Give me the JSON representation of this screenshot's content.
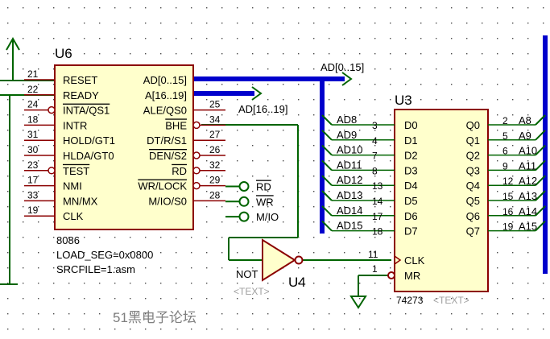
{
  "colors": {
    "background": "#ffffff",
    "grid_dot": "#4a4a4a",
    "wire": "#006400",
    "component_outline": "#8b0000",
    "component_fill": "#ffffcc",
    "bus": "#0000cc",
    "pin_circle": "#8b0000",
    "label_text": "#000000",
    "placeholder_text": "#a0a0a0",
    "watermark": "#7f7f7f"
  },
  "u6": {
    "ref": "U6",
    "part": "8086",
    "props": [
      "LOAD_SEG=0x0800",
      "SRCFILE=1.asm"
    ],
    "left_pins": [
      {
        "num": "21",
        "name": "RESET",
        "bar": false,
        "circle": false
      },
      {
        "num": "22",
        "name": "READY",
        "bar": false,
        "circle": false
      },
      {
        "num": "24",
        "name": "INTA/QS1",
        "bar": true,
        "circle": true
      },
      {
        "num": "18",
        "name": "INTR",
        "bar": false,
        "circle": false
      },
      {
        "num": "31",
        "name": "HOLD/GT1",
        "bar": false,
        "circle": false
      },
      {
        "num": "30",
        "name": "HLDA/GT0",
        "bar": false,
        "circle": false
      },
      {
        "num": "23",
        "name": "TEST",
        "bar": true,
        "circle": true
      },
      {
        "num": "17",
        "name": "NMI",
        "bar": false,
        "circle": false
      },
      {
        "num": "33",
        "name": "MN/MX",
        "bar": false,
        "circle": false
      },
      {
        "num": "19",
        "name": "CLK",
        "bar": false,
        "circle": false
      }
    ],
    "right_pins": [
      {
        "num": "",
        "name": "AD[0..15]",
        "bar": false,
        "circle": false
      },
      {
        "num": "",
        "name": "A[16..19]",
        "bar": false,
        "circle": false
      },
      {
        "num": "25",
        "name": "ALE/QS0",
        "bar": false,
        "circle": false
      },
      {
        "num": "34",
        "name": "BHE",
        "bar": true,
        "circle": true
      },
      {
        "num": "27",
        "name": "DT/R/S1",
        "bar": false,
        "circle": false
      },
      {
        "num": "26",
        "name": "DEN/S2",
        "bar": true,
        "circle": true
      },
      {
        "num": "32",
        "name": "RD",
        "bar": true,
        "circle": true
      },
      {
        "num": "29",
        "name": "WR/LOCK",
        "bar": true,
        "circle": true
      },
      {
        "num": "28",
        "name": "M/IO/S0",
        "bar": false,
        "circle": false
      }
    ]
  },
  "terminals": [
    {
      "label": "RD",
      "bar": true
    },
    {
      "label": "WR",
      "bar": true
    },
    {
      "label": "M/IO",
      "bar": false
    }
  ],
  "bus_labels": {
    "ad": "AD[0..15]",
    "a": "AD[16..19]"
  },
  "u3": {
    "ref": "U3",
    "part": "74273",
    "text_placeholder": "<TEXT>",
    "inputs": [
      {
        "net": "AD8",
        "num": "3",
        "pin": "D0"
      },
      {
        "net": "AD9",
        "num": "4",
        "pin": "D1"
      },
      {
        "net": "AD10",
        "num": "7",
        "pin": "D2"
      },
      {
        "net": "AD11",
        "num": "8",
        "pin": "D3"
      },
      {
        "net": "AD12",
        "num": "13",
        "pin": "D4"
      },
      {
        "net": "AD13",
        "num": "14",
        "pin": "D5"
      },
      {
        "net": "AD14",
        "num": "17",
        "pin": "D6"
      },
      {
        "net": "AD15",
        "num": "18",
        "pin": "D7"
      }
    ],
    "outputs": [
      {
        "pin": "Q0",
        "num": "2",
        "net": "A8"
      },
      {
        "pin": "Q1",
        "num": "5",
        "net": "A9"
      },
      {
        "pin": "Q2",
        "num": "6",
        "net": "A10"
      },
      {
        "pin": "Q3",
        "num": "9",
        "net": "A11"
      },
      {
        "pin": "Q4",
        "num": "12",
        "net": "A12"
      },
      {
        "pin": "Q5",
        "num": "15",
        "net": "A13"
      },
      {
        "pin": "Q6",
        "num": "16",
        "net": "A14"
      },
      {
        "pin": "Q7",
        "num": "19",
        "net": "A15"
      }
    ],
    "clk": {
      "pin": "CLK",
      "num": "11"
    },
    "mr": {
      "pin": "MR",
      "num": "1"
    }
  },
  "u4": {
    "ref": "U4",
    "part": "NOT",
    "text_placeholder": "<TEXT>"
  },
  "watermark": "51黑电子论坛"
}
